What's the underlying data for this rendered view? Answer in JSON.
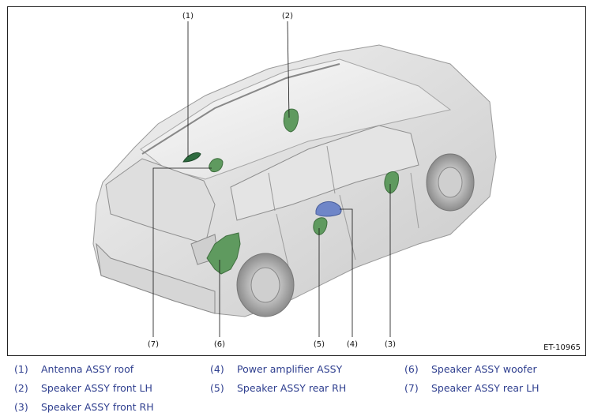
{
  "figure": {
    "code": "ET-10965",
    "callouts": [
      "(1)",
      "(2)",
      "(3)",
      "(4)",
      "(5)",
      "(6)",
      "(7)"
    ]
  },
  "legend": [
    {
      "num": "(1)",
      "label": "Antenna ASSY roof"
    },
    {
      "num": "(2)",
      "label": "Speaker ASSY front LH"
    },
    {
      "num": "(3)",
      "label": "Speaker ASSY front RH"
    },
    {
      "num": "(4)",
      "label": "Power amplifier ASSY"
    },
    {
      "num": "(5)",
      "label": "Speaker ASSY rear RH"
    },
    {
      "num": "(6)",
      "label": "Speaker ASSY woofer"
    },
    {
      "num": "(7)",
      "label": "Speaker ASSY rear LH"
    }
  ],
  "colors": {
    "speaker": "#5f9a5f",
    "antenna": "#2e6b3f",
    "amplifier": "#6f86c8",
    "legend_text": "#2f3f8f"
  }
}
